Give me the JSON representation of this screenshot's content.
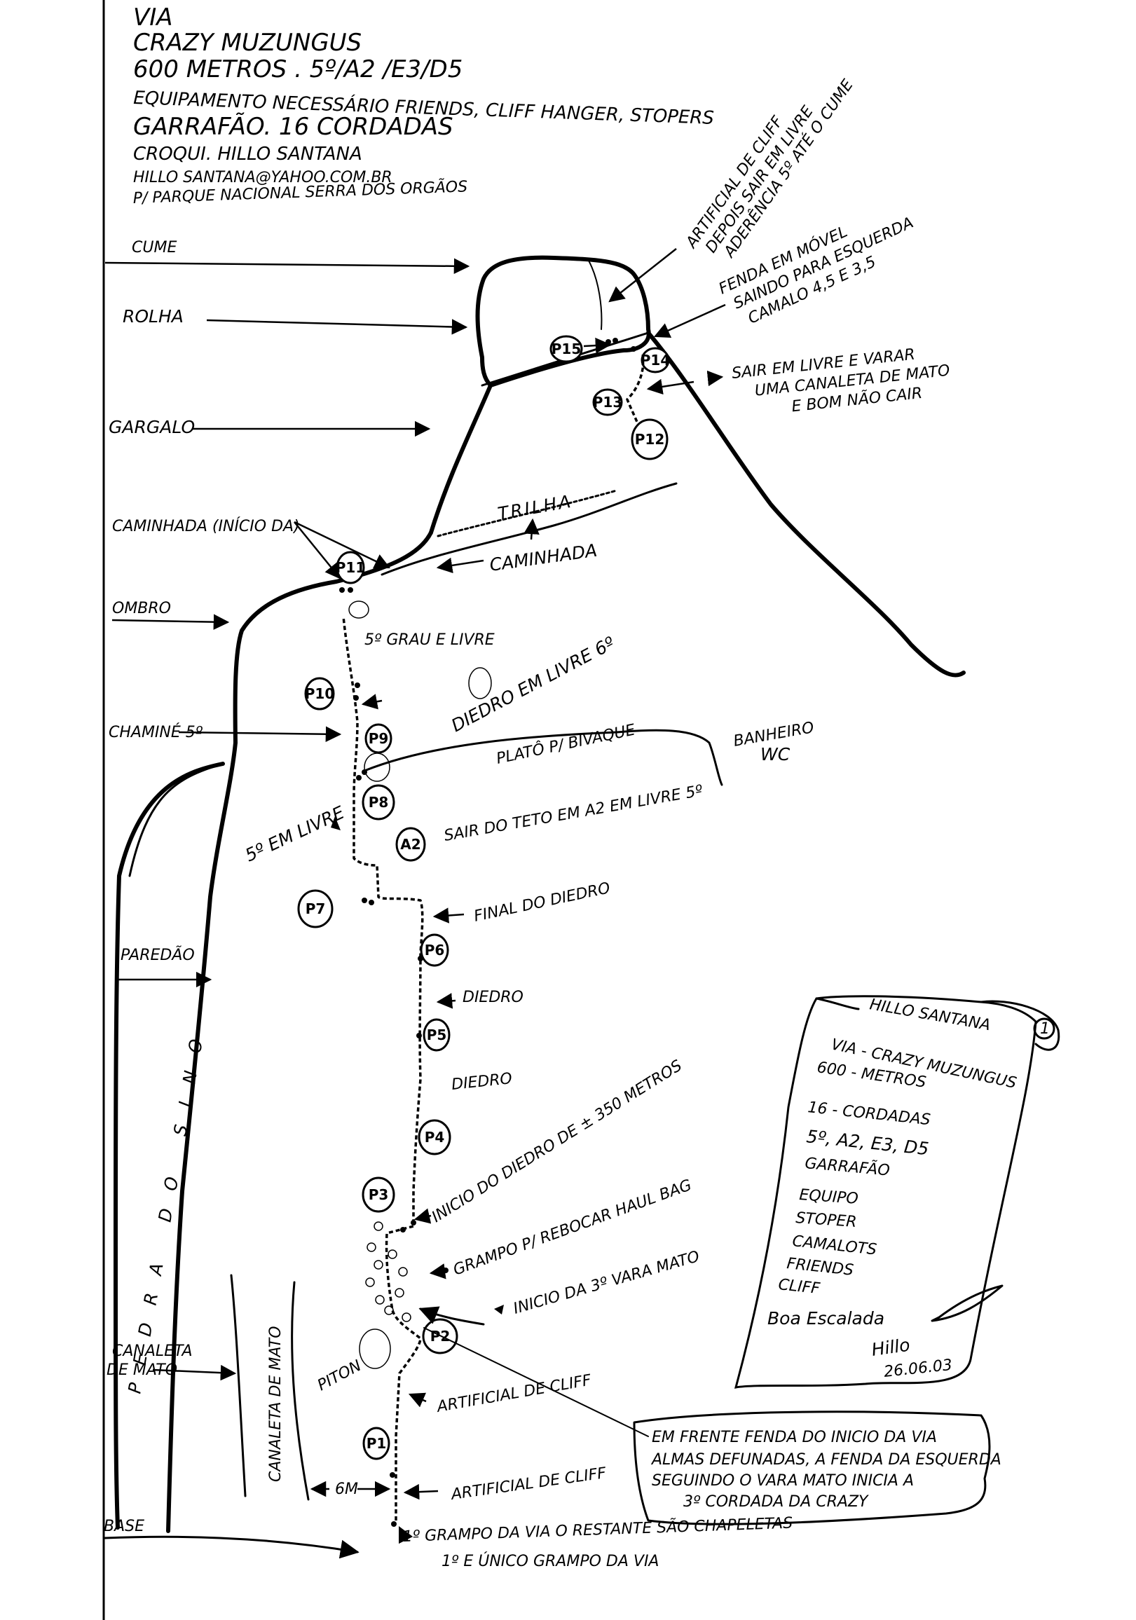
{
  "header": {
    "line1": "VIA",
    "line2": "CRAZY MUZUNGUS",
    "line3": "600 METROS . 5º/A2 /E3/D5",
    "line4": "EQUIPAMENTO NECESSÁRIO FRIENDS, CLIFF HANGER, STOPERS",
    "line5": "GARRAFÃO. 16 CORDADAS",
    "line6": "CROQUI. HILLO SANTANA",
    "line7": "HILLO SANTANA@YAHOO.COM.BR",
    "line8": "P/ PARQUE NACIONAL SERRA DOS ORGÃOS"
  },
  "left_labels": {
    "cume": "CUME",
    "rolha": "ROLHA",
    "gargalo": "GARGALO",
    "caminhada_inicio": "CAMINHADA (INÍCIO DA)",
    "ombro": "OMBRO",
    "chamine": "CHAMINÉ 5º",
    "cinco_livre": "5º EM LIVRE",
    "paredao": "PAREDÃO",
    "pedra_do_sino": "PEDRA DO SINO",
    "canaleta_left": "CANALETA",
    "de_mato_left": "DE MATO",
    "canaleta_de_mato": "CANALETA DE MATO",
    "seis_m": "6M",
    "base": "BASE",
    "piton": "PITON"
  },
  "route_notes": {
    "artificial_top_1": "ARTIFICIAL DE CLIFF",
    "artificial_top_2": "DEPOIS SAIR EM LIVRE",
    "artificial_top_3": "ADERÊNCIA 5º ATÉ O CUME",
    "fenda_1": "FENDA EM MÓVEL",
    "fenda_2": "SAINDO PARA ESQUERDA",
    "fenda_3": "CAMALO 4,5 E 3,5",
    "sair_1": "SAIR EM LIVRE E VARAR",
    "sair_2": "UMA CANALETA DE MATO",
    "sair_3": "E BOM NÃO CAIR",
    "trilha": "TRILHA",
    "caminhada": "CAMINHADA",
    "quinto_livre": "5º GRAU E LIVRE",
    "diedro_livre": "DIEDRO EM LIVRE 6º",
    "plato": "PLATÔ P/ BIVAQUE",
    "banheiro": "BANHEIRO",
    "wc": "WC",
    "sair_teto": "SAIR DO TETO EM A2 EM LIVRE 5º",
    "final_diedro": "FINAL DO DIEDRO",
    "diedro_1": "DIEDRO",
    "diedro_2": "DIEDRO",
    "inicio_diedro": "INICIO DO DIEDRO DE ± 350 METROS",
    "grampo_haul": "GRAMPO P/ REBOCAR HAUL BAG",
    "inicio_vara": "INICIO DA 3º VARA MATO",
    "artificial_cliff_1": "ARTIFICIAL DE CLIFF",
    "artificial_cliff_2": "ARTIFICIAL DE CLIFF",
    "primeiro_grampo": "1º GRAMPO DA VIA O RESTANTE SÃO CHAPELETAS",
    "unico_grampo": "1º E ÚNICO GRAMPO DA VIA"
  },
  "pitches": {
    "p1": "P1",
    "p2": "P2",
    "p3": "P3",
    "p4": "P4",
    "p5": "P5",
    "p6": "P6",
    "p7": "P7",
    "p8": "P8",
    "p9": "P9",
    "p10": "P10",
    "p11": "P11",
    "p12": "P12",
    "p13": "P13",
    "p14": "P14",
    "p15": "P15",
    "a2": "A2"
  },
  "bubble": {
    "line1": "EM FRENTE FENDA DO INICIO DA VIA",
    "line2": "ALMAS DEFUNADAS, A FENDA DA ESQUERDA",
    "line3": "SEGUINDO O VARA MATO INICIA A",
    "line4": "3º CORDADA DA CRAZY"
  },
  "scroll": {
    "author": "HILLO SANTANA",
    "number": "1",
    "via": "VIA - CRAZY MUZUNGUS",
    "metros_1": "600 - METROS",
    "cordadas": "16 - CORDADAS",
    "grade": "5º, A2, E3, D5",
    "garrafao": "GARRAFÃO",
    "equipo": "EQUIPO",
    "stoper": "STOPER",
    "camalots": "CAMALOTS",
    "friends": "FRIENDS",
    "cliff": "CLIFF",
    "boa_escalada": "Boa Escalada",
    "signature": "Hillo",
    "date": "26.06.03"
  }
}
